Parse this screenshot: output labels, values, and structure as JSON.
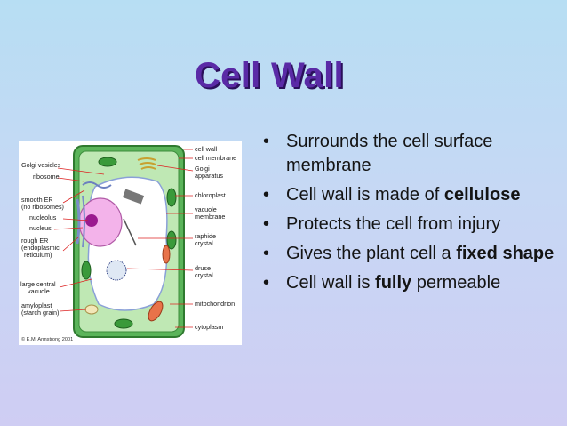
{
  "slide": {
    "title": "Cell Wall",
    "bullets": [
      {
        "parts": [
          "Surrounds the cell surface membrane",
          "",
          ""
        ]
      },
      {
        "parts": [
          "Cell wall is made of ",
          "cellulose",
          ""
        ]
      },
      {
        "parts": [
          "Protects the cell from injury",
          "",
          ""
        ]
      },
      {
        "parts": [
          "Gives the plant cell a ",
          "fixed shape",
          ""
        ]
      },
      {
        "parts": [
          "Cell wall is ",
          "fully",
          " permeable"
        ]
      }
    ]
  },
  "diagram": {
    "left_labels": {
      "golgi_vesicles": "Golgi vesicles",
      "ribosome": "ribosome",
      "smooth_er_1": "smooth ER",
      "smooth_er_2": "(no ribosomes)",
      "nucleolus": "nucleolus",
      "nucleus": "nucleus",
      "rough_er_1": "rough ER",
      "rough_er_2": "(endoplasmic",
      "rough_er_3": "reticulum)",
      "vacuole_1": "large central",
      "vacuole_2": "vacuole",
      "amyloplast_1": "amyloplast",
      "amyloplast_2": "(starch grain)"
    },
    "right_labels": {
      "cell_wall": "cell wall",
      "cell_membrane": "cell membrane",
      "golgi_1": "Golgi",
      "golgi_2": "apparatus",
      "chloroplast": "chloroplast",
      "vacuole_membrane_1": "vacuole",
      "vacuole_membrane_2": "membrane",
      "raphide_1": "raphide",
      "raphide_2": "crystal",
      "druse_1": "druse",
      "druse_2": "crystal",
      "mitochondrion": "mitochondrion",
      "cytoplasm": "cytoplasm"
    },
    "credit": "© E.M. Armstrong 2001"
  }
}
